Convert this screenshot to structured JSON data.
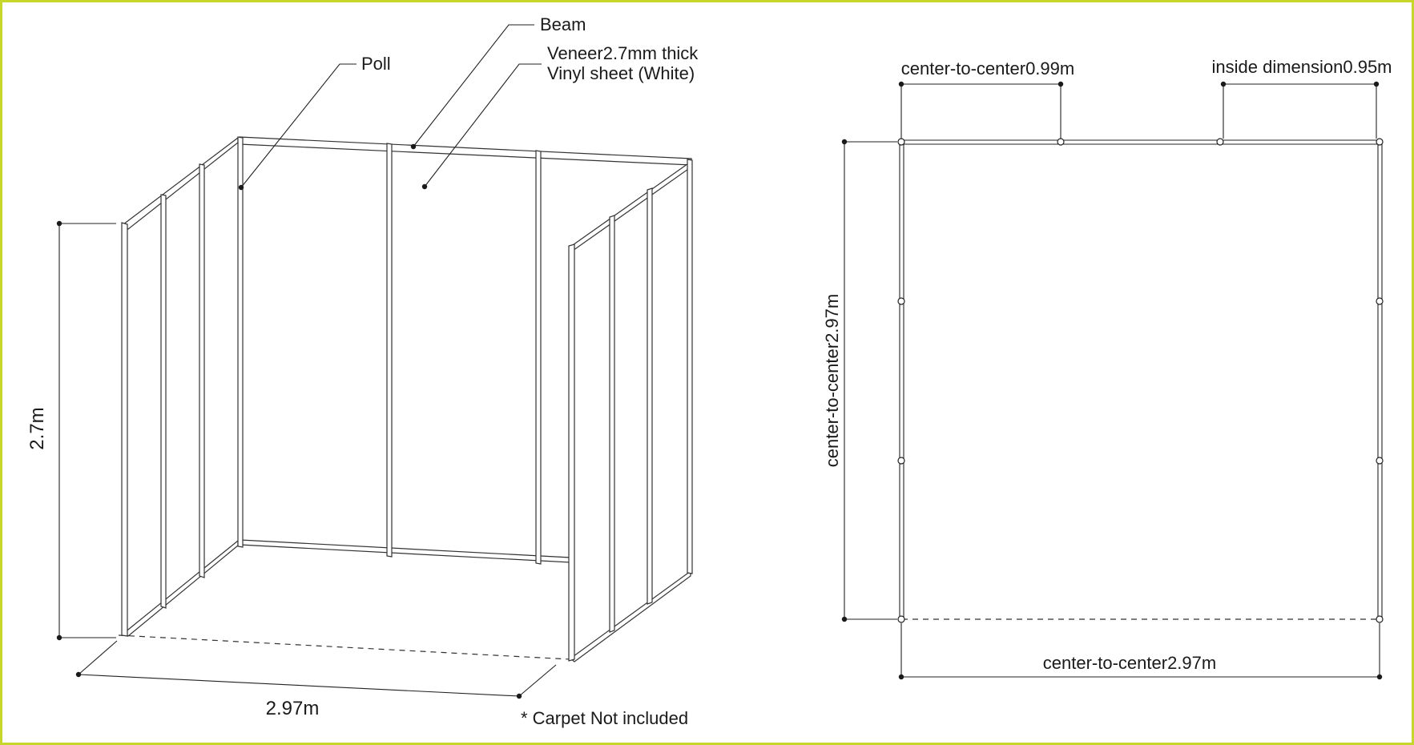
{
  "colors": {
    "frame_border": "#c6d62a",
    "line": "#333333",
    "text": "#1a1a1a",
    "background": "#ffffff"
  },
  "perspective_view": {
    "callouts": {
      "beam": "Beam",
      "pole": "Poll",
      "panel_line1": "Veneer2.7mm thick",
      "panel_line2": "Vinyl sheet (White)"
    },
    "height_dimension": "2.7m",
    "width_dimension": "2.97m",
    "note": "* Carpet Not included"
  },
  "plan_view": {
    "top_left_dimension": "center-to-center0.99m",
    "top_right_dimension": "inside dimension0.95m",
    "side_dimension": "center-to-center2.97m",
    "bottom_dimension": "center-to-center2.97m"
  }
}
